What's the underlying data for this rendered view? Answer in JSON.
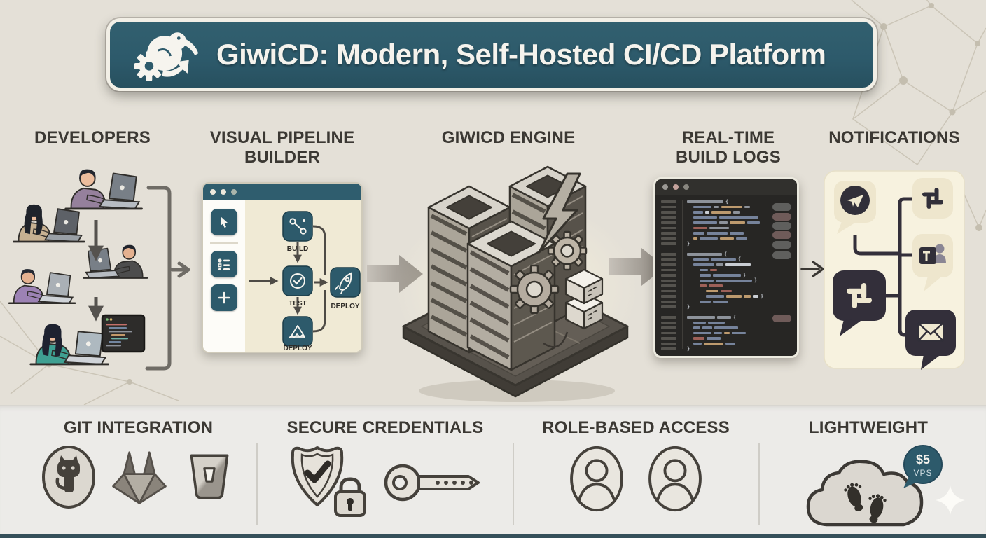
{
  "banner": {
    "title": "GiwiCD: Modern, Self-Hosted CI/CD Platform",
    "logo_icon": "kiwi-gear-logo"
  },
  "flow": {
    "columns": [
      {
        "label": "DEVELOPERS"
      },
      {
        "label": "VISUAL PIPELINE BUILDER"
      },
      {
        "label": "GIWICD ENGINE"
      },
      {
        "label": "REAL-TIME BUILD LOGS"
      },
      {
        "label": "NOTIFICATIONS"
      }
    ]
  },
  "pipeline_builder": {
    "sidebar_icons": [
      "cursor",
      "list",
      "plus"
    ],
    "nodes": [
      {
        "label": "BUILD",
        "icon": "git-branch"
      },
      {
        "label": "TEST",
        "icon": "check-circle"
      },
      {
        "label": "DEPLOY",
        "icon": "chart-triangle"
      },
      {
        "label": "DEPLOY",
        "icon": "rocket"
      }
    ]
  },
  "terminal": {
    "open_brace": "{",
    "close_brace": "}"
  },
  "notifications": {
    "icons": [
      "telegram",
      "slack",
      "teams",
      "slack",
      "email"
    ]
  },
  "features": [
    {
      "label": "GIT INTEGRATION",
      "icons": [
        "github",
        "gitlab",
        "bitbucket"
      ]
    },
    {
      "label": "SECURE CREDENTIALS",
      "icons": [
        "shield-check",
        "padlock",
        "key"
      ]
    },
    {
      "label": "ROLE-BASED ACCESS",
      "icons": [
        "user-avatar",
        "user-avatar"
      ]
    },
    {
      "label": "LIGHTWEIGHT",
      "icons": [
        "cloud-footprints"
      ],
      "badge": {
        "price": "$5",
        "unit": "VPS"
      }
    }
  ],
  "colors": {
    "accent_teal": "#2d5a6b",
    "background": "#e4e0d7",
    "canvas_cream": "#f0ead5",
    "panel_cream": "#f7f2df",
    "terminal_bg": "#272624",
    "dark_icon": "#312f39",
    "heading_text": "#3b3833",
    "badge_teal": "#2d5a6b"
  }
}
